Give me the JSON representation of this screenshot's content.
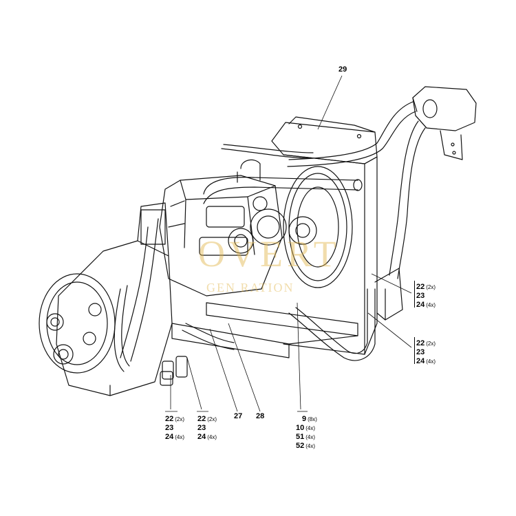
{
  "watermark": {
    "line1": "OVERT",
    "line2": "GEN  RATION",
    "color": "#e0b24a"
  },
  "callouts": {
    "c29": "29",
    "right_upper": [
      {
        "num": "22",
        "qty": "(2x)"
      },
      {
        "num": "23",
        "qty": ""
      },
      {
        "num": "24",
        "qty": "(4x)"
      }
    ],
    "right_lower": [
      {
        "num": "22",
        "qty": "(2x)"
      },
      {
        "num": "23",
        "qty": ""
      },
      {
        "num": "24",
        "qty": "(4x)"
      }
    ],
    "bottom_a": [
      {
        "num": "22",
        "qty": "(2x)"
      },
      {
        "num": "23",
        "qty": ""
      },
      {
        "num": "24",
        "qty": "(4x)"
      }
    ],
    "bottom_b": [
      {
        "num": "22",
        "qty": "(2x)"
      },
      {
        "num": "23",
        "qty": ""
      },
      {
        "num": "24",
        "qty": "(4x)"
      }
    ],
    "c27": "27",
    "c28": "28",
    "bottom_c": [
      {
        "num": "9",
        "qty": "(8x)"
      },
      {
        "num": "10",
        "qty": "(4x)"
      },
      {
        "num": "51",
        "qty": "(4x)"
      },
      {
        "num": "52",
        "qty": "(4x)"
      }
    ]
  }
}
